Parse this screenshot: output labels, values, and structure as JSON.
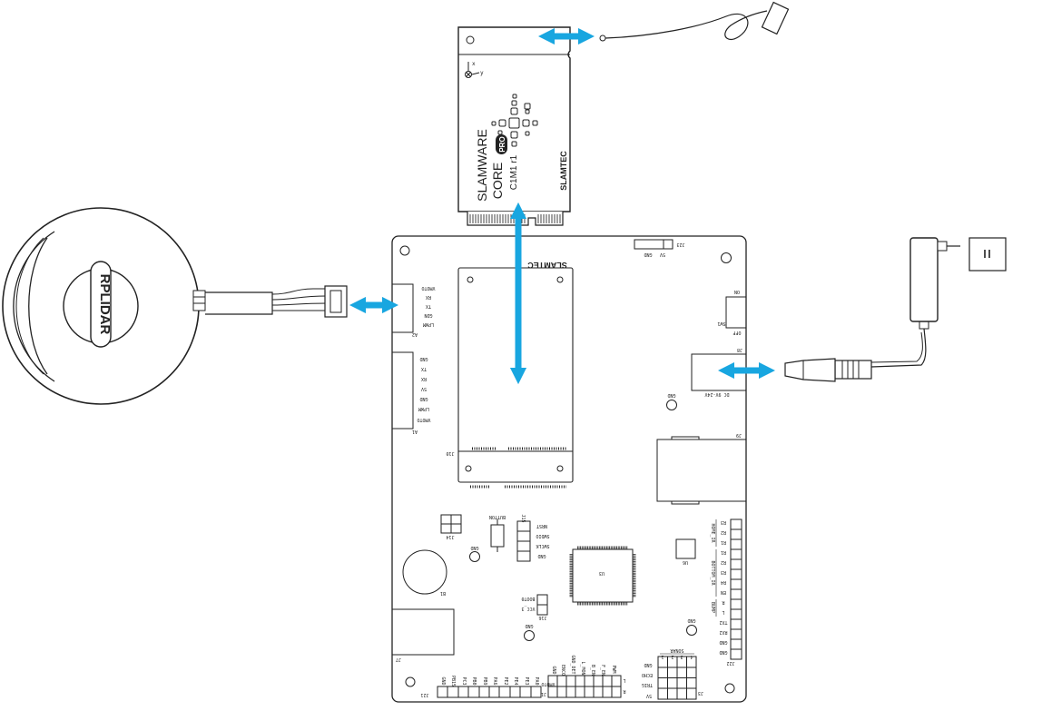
{
  "lidar": {
    "label": "RPLIDAR"
  },
  "core": {
    "brand": "SLAMWARE",
    "model": "CORE",
    "badge": "PRO",
    "revision": "C1M1 r1",
    "logo": "SLAMTEC",
    "axis_x": "x",
    "axis_y": "y"
  },
  "board": {
    "logo": "SLAMTEC",
    "j23_label": "J23",
    "j23_pins": [
      "GND",
      "5V"
    ],
    "a2_label": "A2",
    "a2_pins": [
      "VMOTO",
      "RX",
      "TX",
      "GDN",
      "LPWM"
    ],
    "a1_label": "A1",
    "a1_pins": [
      "GND",
      "TX",
      "RX",
      "5V",
      "GND",
      "LPWM",
      "VMOTO"
    ],
    "j10_label": "J10",
    "sw1": {
      "label": "SW1",
      "on": "ON",
      "off": "OFF"
    },
    "j8": {
      "label": "J8",
      "text": "DC 9V-24V"
    },
    "j9_label": "J9",
    "gnd_label": "GND",
    "j14_label": "J14",
    "button_label": "BUTTON",
    "j15_label": "J15",
    "j15_pins": [
      "NRST",
      "SWDIO",
      "SWCLK",
      "GND"
    ],
    "u3_label": "U3",
    "u6_label": "U6",
    "b1_label": "B1",
    "j16": {
      "label": "J16",
      "pins": [
        "BOOT0",
        "VCC_3"
      ]
    },
    "j7_label": "J7",
    "j22": {
      "label": "J22",
      "pins": [
        "R3",
        "R2",
        "R1",
        "R1",
        "R2",
        "R3",
        "R4",
        "EN",
        "R",
        "L",
        "TX2",
        "RX2",
        "GND",
        "GND"
      ],
      "groups": [
        "HOME_IR",
        "BOTTOM_IR",
        "BUMP"
      ]
    },
    "j21": {
      "label": "J21",
      "pins": [
        "GND",
        "PB15",
        "PC3",
        "PB0",
        "PB9",
        "PA6",
        "PE2",
        "PE4",
        "PE3",
        "PA0"
      ]
    },
    "j1": {
      "label": "J1",
      "pins": [
        "VMOTO",
        "GND",
        "ENCO",
        "GND_DET",
        "L_MON",
        "B_EN",
        "F_EN",
        "PWM"
      ],
      "side_l": "L",
      "side_r": "R"
    },
    "j3": {
      "label": "J3",
      "title": "SONAR",
      "cols": [
        "1",
        "2",
        "3",
        "4"
      ],
      "rows": [
        "GND",
        "ECHO",
        "TRIG",
        "5V"
      ]
    }
  }
}
